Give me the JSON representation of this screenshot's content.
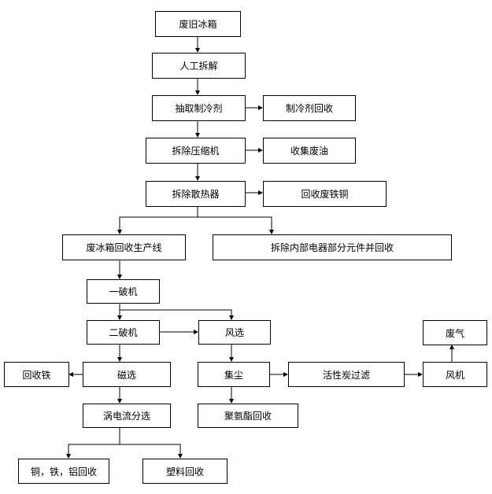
{
  "title": "废旧冰箱回收工艺流程图",
  "nodes": {
    "waste_fridge": "废旧冰箱",
    "manual_dismantle": "人工拆解",
    "extract_refrigerant": "抽取制冷剂",
    "refrigerant_recovery": "制冷剂回收",
    "remove_compressor": "拆除压缩机",
    "collect_oil": "收集废油",
    "remove_radiator": "拆除散热器",
    "recover_iron_copper": "回收废铁铜",
    "recycling_line": "废冰箱回收生产线",
    "remove_electrical": "拆除内部电器部分元件并回收",
    "primary_crusher": "一破机",
    "secondary_crusher": "二破机",
    "air_separation": "风选",
    "magnetic_separation": "磁选",
    "recover_iron": "回收铁",
    "dust_collection": "集尘",
    "activated_carbon": "活性炭过滤",
    "fan": "风机",
    "exhaust_gas": "废气",
    "eddy_current": "涡电流分选",
    "pu_recovery": "聚氨酯回收",
    "metal_recovery": "铜，铁，铝回收",
    "plastic_recovery": "塑料回收"
  }
}
